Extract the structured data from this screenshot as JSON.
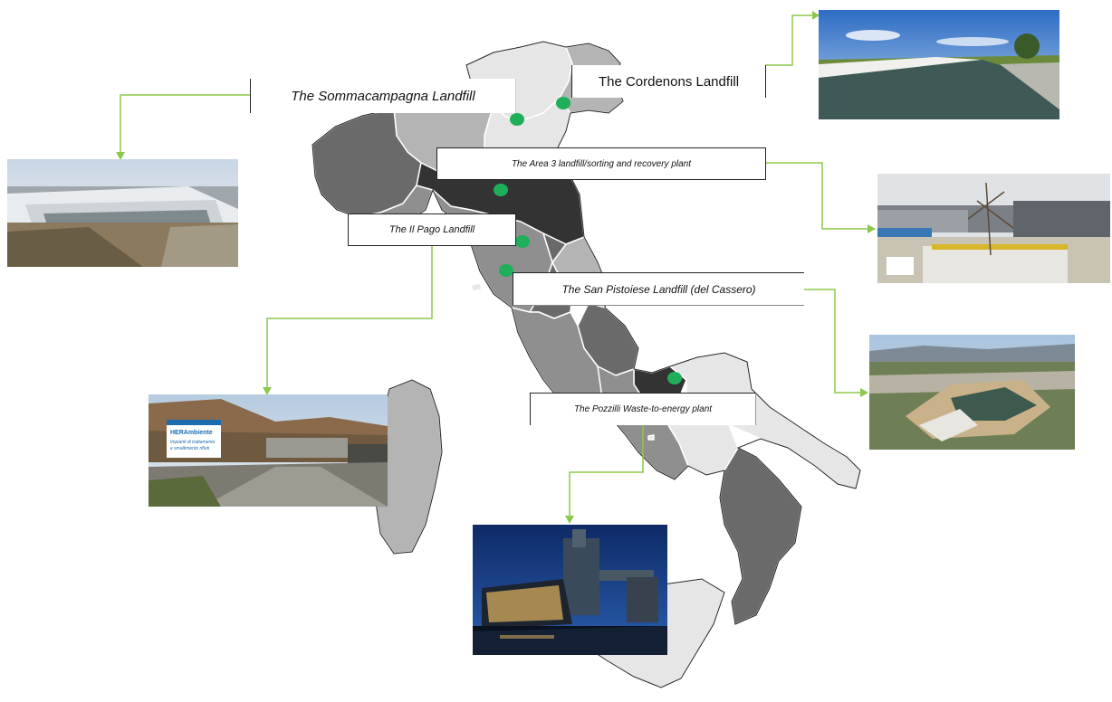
{
  "colors": {
    "connector": "#8cc84b",
    "marker": "#1faf5a",
    "region_light": "#e6e6e6",
    "region_mid": "#b4b4b4",
    "region_gray": "#8f8f8f",
    "region_dark": "#6a6a6a",
    "region_darkest": "#333333"
  },
  "sites": [
    {
      "id": "sommacampagna",
      "label": "The Sommacampagna Landfill",
      "photo_icon": "landfill-basin-photo"
    },
    {
      "id": "cordenons",
      "label": "The Cordenons Landfill",
      "photo_icon": "covered-landfill-photo"
    },
    {
      "id": "area3",
      "label": "The Area 3 landfill/sorting and recovery plant",
      "photo_icon": "recovery-plant-photo"
    },
    {
      "id": "ilpago",
      "label": "The Il Pago Landfill",
      "photo_icon": "landfill-entrance-photo"
    },
    {
      "id": "sanpistoiese",
      "label": "The San Pistoiese Landfill (del Cassero)",
      "photo_icon": "aerial-landfill-photo"
    },
    {
      "id": "pozzilli",
      "label": "The Pozzilli Waste-to-energy plant",
      "photo_icon": "waste-to-energy-plant-photo"
    }
  ],
  "signboard": {
    "brand": "HERAmbiente",
    "line1": "Impianti di trattamento",
    "line2": "e smaltimento rifiuti"
  }
}
